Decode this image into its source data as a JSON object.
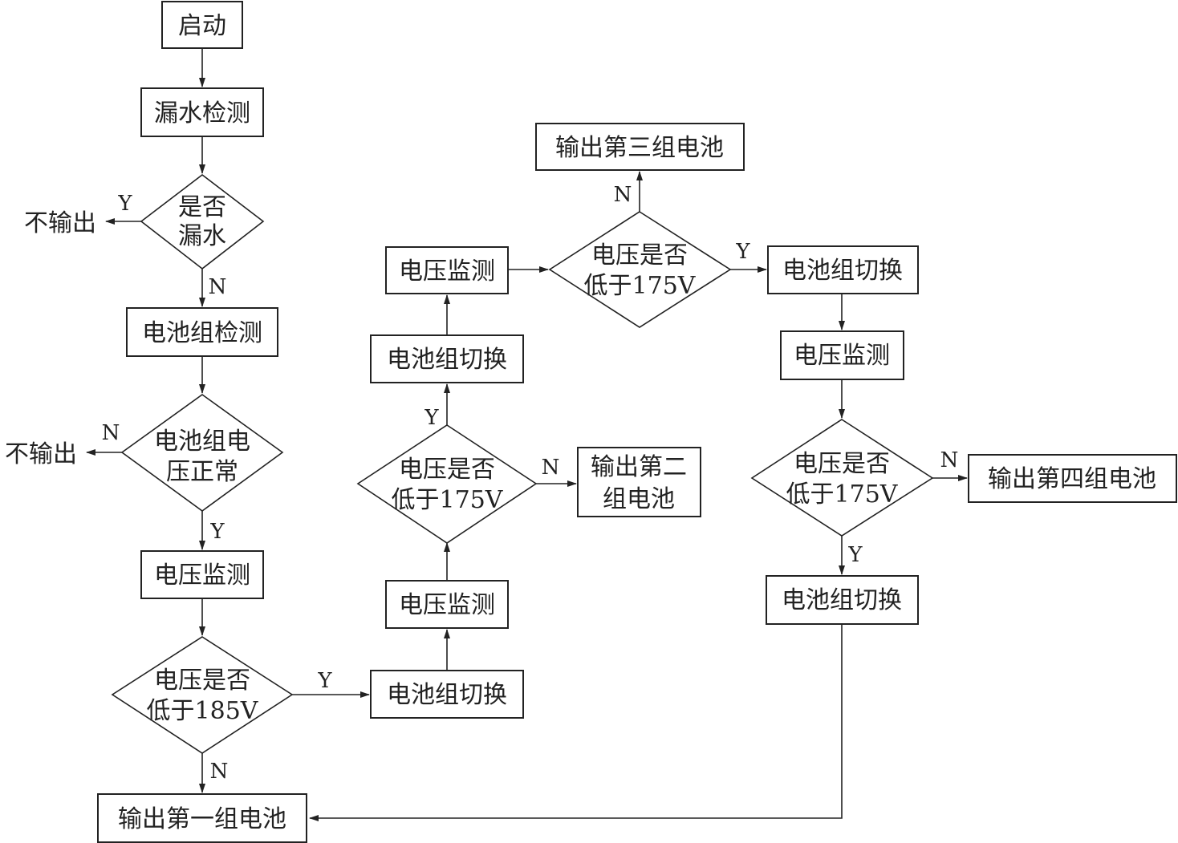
{
  "nodes": {
    "start": "启动",
    "leak_detect": "漏水检测",
    "is_leak": [
      "是否",
      "漏水"
    ],
    "no_output_1": "不输出",
    "battery_detect": "电池组检测",
    "voltage_normal": [
      "电池组电",
      "压正常"
    ],
    "no_output_2": "不输出",
    "monitor_1": "电压监测",
    "lt185": [
      "电压是否",
      "低于185V"
    ],
    "output_1": "输出第一组电池",
    "switch_1": "电池组切换",
    "monitor_2": "电压监测",
    "lt175_a": [
      "电压是否",
      "低于175V"
    ],
    "output_2": [
      "输出第二",
      "组电池"
    ],
    "switch_2": "电池组切换",
    "monitor_3": "电压监测",
    "lt175_b": [
      "电压是否",
      "低于175V"
    ],
    "output_3": "输出第三组电池",
    "switch_3": "电池组切换",
    "monitor_4": "电压监测",
    "lt175_c": [
      "电压是否",
      "低于175V"
    ],
    "output_4": "输出第四组电池",
    "switch_4": "电池组切换"
  },
  "edge_labels": {
    "leak_yes": "Y",
    "leak_no": "N",
    "normal_no": "N",
    "normal_yes": "Y",
    "lt185_yes": "Y",
    "lt185_no": "N",
    "lt175a_no": "N",
    "lt175a_yes": "Y",
    "lt175b_no": "N",
    "lt175b_yes": "Y",
    "lt175c_no": "N",
    "lt175c_yes": "Y"
  }
}
